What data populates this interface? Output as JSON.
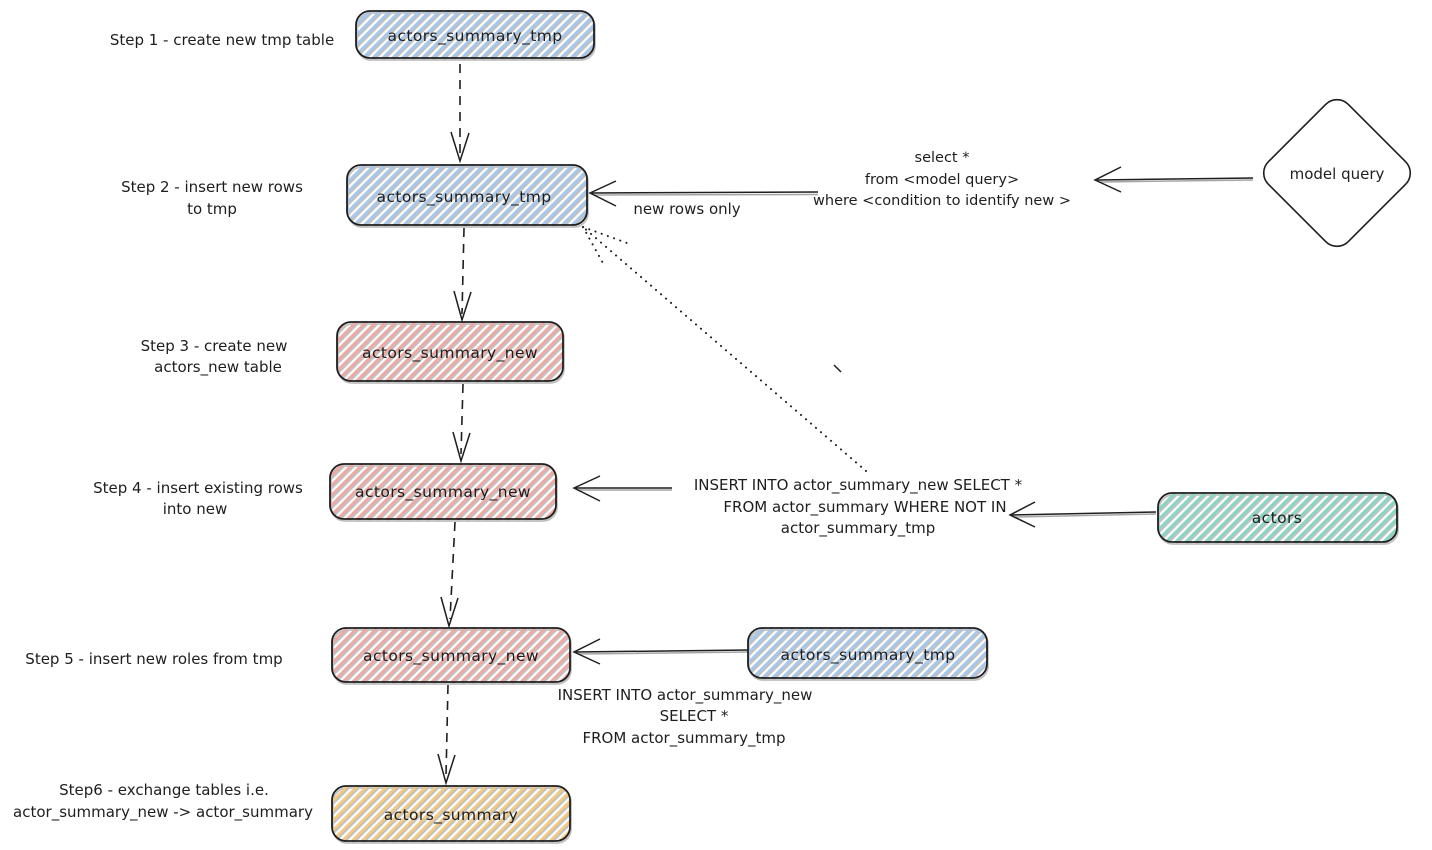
{
  "steps": [
    {
      "label_lines": [
        "Step 1 - create new tmp table"
      ],
      "node": "actors_summary_tmp"
    },
    {
      "label_lines": [
        "Step 2 - insert new rows",
        "to tmp"
      ],
      "node": "actors_summary_tmp"
    },
    {
      "label_lines": [
        "Step 3 - create new",
        "actors_new table"
      ],
      "node": "actors_summary_new"
    },
    {
      "label_lines": [
        "Step 4 - insert existing rows",
        "into new"
      ],
      "node": "actors_summary_new"
    },
    {
      "label_lines": [
        "Step 5 - insert new roles from tmp"
      ],
      "node": "actors_summary_new"
    },
    {
      "label_lines": [
        "Step6 - exchange tables i.e.",
        "actor_summary_new -> actor_summary"
      ],
      "node": "actors_summary"
    }
  ],
  "side_nodes": {
    "model_query": "model query",
    "actors": "actors",
    "tmp_table": "actors_summary_tmp"
  },
  "annotations": {
    "model_query_sql": [
      "select *",
      "from <model query>",
      "where <condition to identify new >"
    ],
    "new_rows_only": "new rows only",
    "insert_missing_sql": [
      "INSERT INTO actor_summary_new SELECT *",
      "FROM actor_summary WHERE NOT IN",
      "actor_summary_tmp"
    ],
    "insert_from_tmp_sql": [
      "INSERT INTO actor_summary_new",
      "SELECT *",
      "FROM actor_summary_tmp"
    ]
  },
  "colors": {
    "stroke": "#1e1e1e",
    "blue_hatch": "#a3c7ef",
    "pink_hatch": "#f2a69f",
    "yellow_hatch": "#f5c97c",
    "green_hatch": "#7fd8c1",
    "background": "#ffffff"
  }
}
